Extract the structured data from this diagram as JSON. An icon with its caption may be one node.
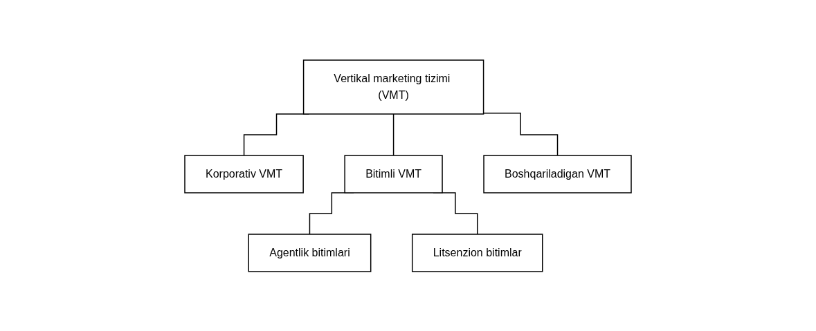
{
  "diagram": {
    "nodes": [
      {
        "text": [
          "Vertikal marketing tizimi (VMT)"
        ]
      },
      {
        "text": [
          "Korporativ VMT"
        ]
      },
      {
        "text": [
          "Bitimli VMT"
        ]
      },
      {
        "text": [
          "Boshqariladigan VMT"
        ]
      },
      {
        "text": [
          "Agentlik bitimlari"
        ]
      },
      {
        "text": [
          "Litsenzion bitimlar"
        ]
      }
    ],
    "edges": [
      {
        "from": 0,
        "to": 1,
        "arrow": "none"
      },
      {
        "from": 0,
        "to": 2,
        "arrow": "none"
      },
      {
        "from": 0,
        "to": 3,
        "arrow": "none"
      },
      {
        "from": 2,
        "to": 4,
        "arrow": "none"
      },
      {
        "from": 2,
        "to": 5,
        "arrow": "none"
      }
    ]
  }
}
